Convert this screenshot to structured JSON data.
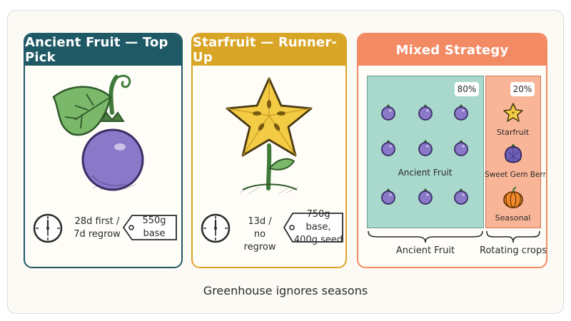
{
  "cards": [
    {
      "title": "Ancient Fruit — Top Pick",
      "icon": "ancient-fruit-icon",
      "growth": "28d first /\n7d regrow",
      "price": "550g base"
    },
    {
      "title": "Starfruit — Runner-Up",
      "icon": "starfruit-icon",
      "growth": "13d /\nno regrow",
      "price": "750g base,\n400g seed"
    },
    {
      "title": "Mixed Strategy",
      "main_share": "80%",
      "main_label": "Ancient Fruit",
      "side_share": "20%",
      "side_items": [
        "Starfruit",
        "Sweet Gem Berry",
        "Seasonal"
      ],
      "brace_main": "Ancient Fruit",
      "brace_side": "Rotating crops"
    }
  ],
  "footer": "Greenhouse ignores seasons",
  "colors": {
    "ancient_header": "#1f5966",
    "starfruit_header": "#d9a527",
    "mixed_header": "#f28a63",
    "ancient_panel": "#a9d8cc",
    "rotating_panel": "#f9b597"
  }
}
